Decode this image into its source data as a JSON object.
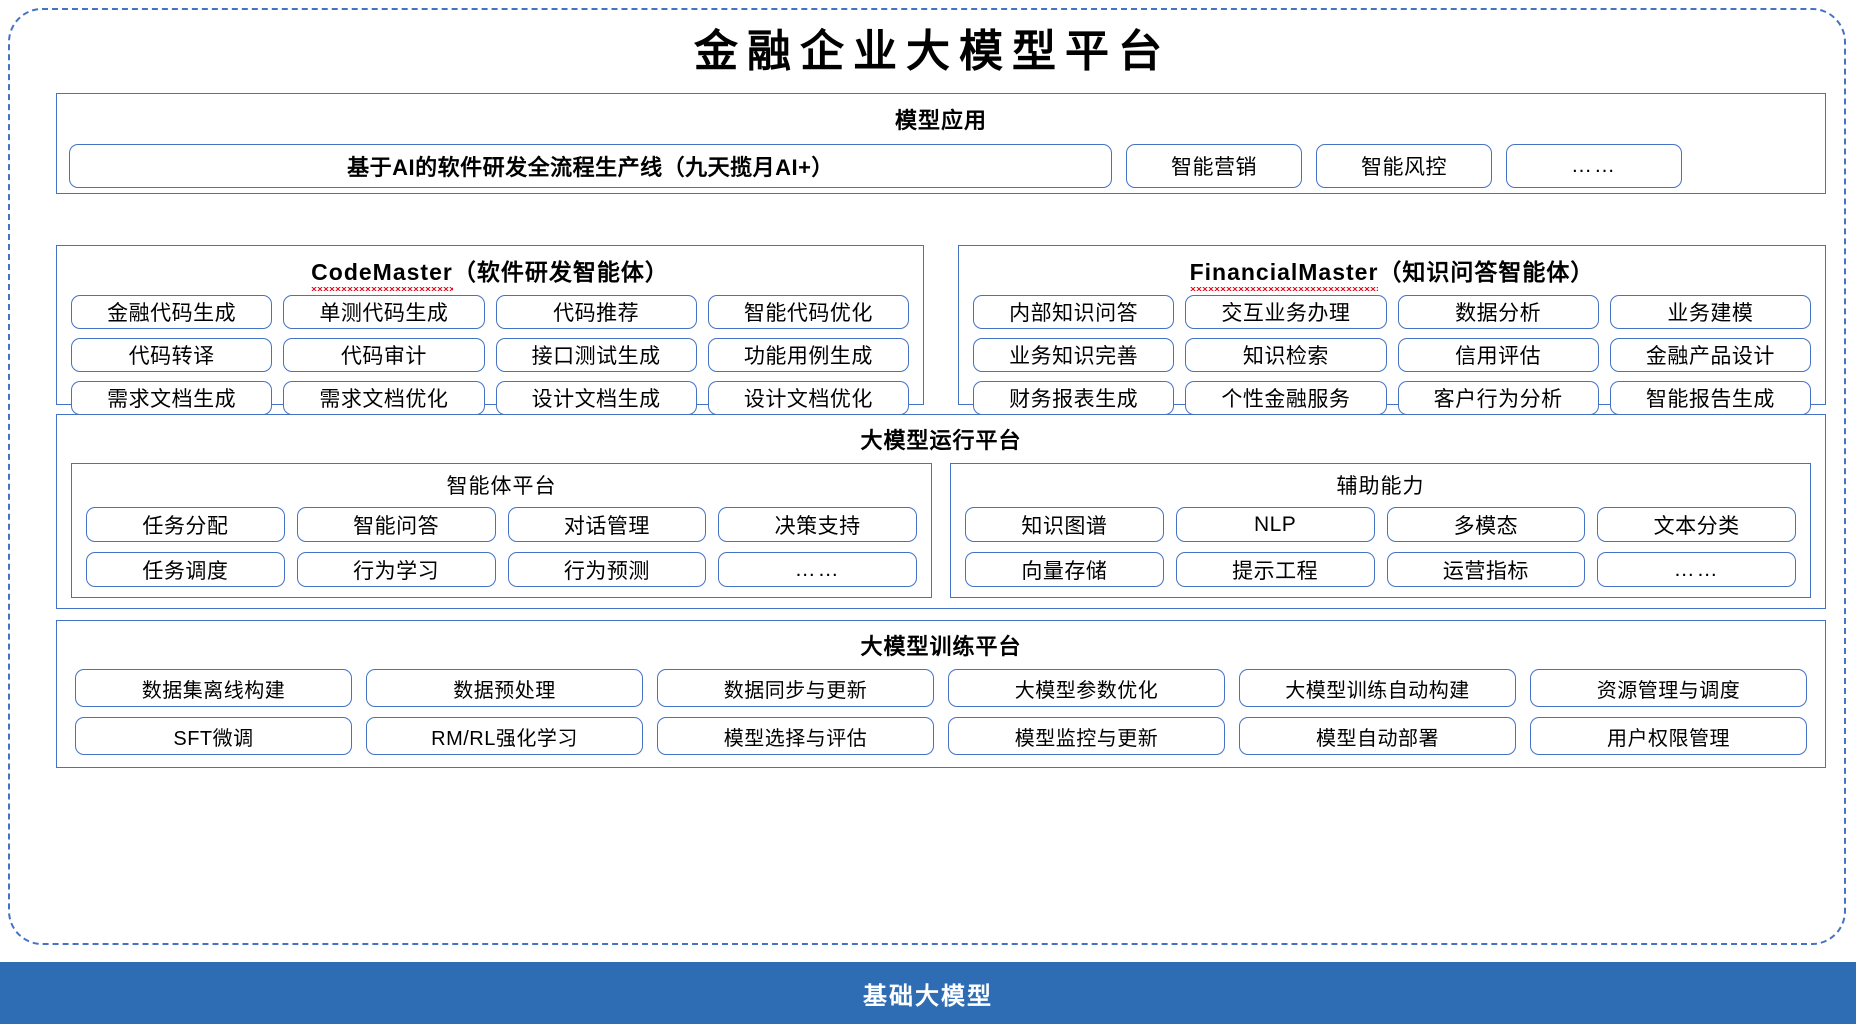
{
  "title": "金融企业大模型平台",
  "colors": {
    "border_blue": "#4472C4",
    "base_bar_blue": "#2E6DB4",
    "spellcheck_red": "#e81123"
  },
  "tiers": {
    "applications": {
      "heading": "模型应用",
      "pipeline": "基于AI的软件研发全流程生产线（九天揽月AI+）",
      "items": [
        "智能营销",
        "智能风控",
        "……"
      ]
    },
    "code_master": {
      "name_en": "CodeMaster",
      "name_cn": "（软件研发智能体）",
      "items": [
        "金融代码生成",
        "单测代码生成",
        "代码推荐",
        "智能代码优化",
        "代码转译",
        "代码审计",
        "接口测试生成",
        "功能用例生成",
        "需求文档生成",
        "需求文档优化",
        "设计文档生成",
        "设计文档优化"
      ]
    },
    "financial_master": {
      "name_en": "FinancialMaster",
      "name_cn": "（知识问答智能体）",
      "items": [
        "内部知识问答",
        "交互业务办理",
        "数据分析",
        "业务建模",
        "业务知识完善",
        "知识检索",
        "信用评估",
        "金融产品设计",
        "财务报表生成",
        "个性金融服务",
        "客户行为分析",
        "智能报告生成"
      ]
    },
    "runtime": {
      "heading": "大模型运行平台",
      "agent_platform": {
        "heading": "智能体平台",
        "items": [
          "任务分配",
          "智能问答",
          "对话管理",
          "决策支持",
          "任务调度",
          "行为学习",
          "行为预测",
          "……"
        ]
      },
      "auxiliary": {
        "heading": "辅助能力",
        "items": [
          "知识图谱",
          "NLP",
          "多模态",
          "文本分类",
          "向量存储",
          "提示工程",
          "运营指标",
          "……"
        ]
      }
    },
    "training": {
      "heading": "大模型训练平台",
      "items": [
        "数据集离线构建",
        "数据预处理",
        "数据同步与更新",
        "大模型参数优化",
        "大模型训练自动构建",
        "资源管理与调度",
        "SFT微调",
        "RM/RL强化学习",
        "模型选择与评估",
        "模型监控与更新",
        "模型自动部署",
        "用户权限管理"
      ]
    },
    "base_model": {
      "label": "基础大模型"
    }
  }
}
